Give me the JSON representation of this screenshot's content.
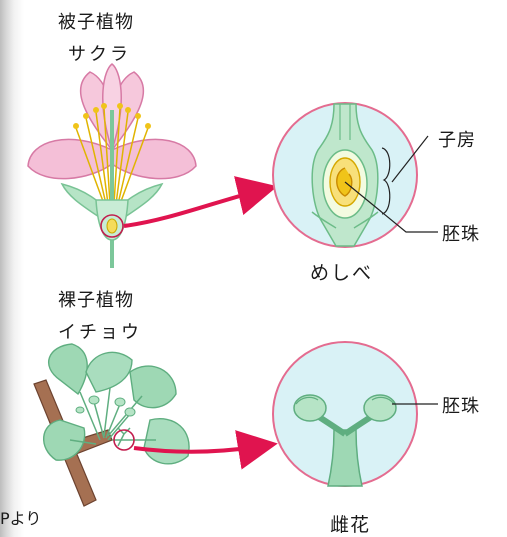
{
  "angiosperm": {
    "title": "被子植物",
    "example": "サクラ",
    "caption": "めしべ"
  },
  "gymnosperm": {
    "title": "裸子植物",
    "example": "イチョウ",
    "caption": "雌花"
  },
  "labels": {
    "ovary": "子房",
    "ovule_top": "胚珠",
    "ovule_bottom": "胚珠"
  },
  "credit": "Pより",
  "colors": {
    "arrow": "#e0144f",
    "petal": "#f2b6d2",
    "plant_green": "#9ed8b4",
    "circle_fill": "#d9f2f6",
    "circle_stroke": "#e46c90",
    "ovule_yellow": "#f5dc5a",
    "branch": "#a57052"
  }
}
